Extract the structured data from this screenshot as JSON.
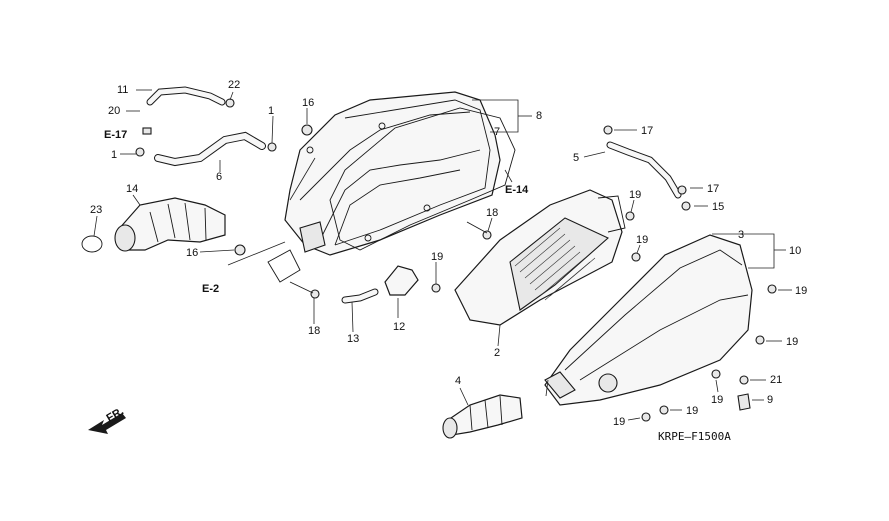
{
  "diagram_code": "KRPE—F1500A",
  "direction_label": "FR.",
  "refs": {
    "e17": "E-17",
    "e14": "E-14",
    "e2": "E-2"
  },
  "callouts": {
    "c1a": "1",
    "c1b": "1",
    "c2": "2",
    "c3": "3",
    "c4": "4",
    "c5": "5",
    "c6": "6",
    "c7": "7",
    "c8": "8",
    "c9": "9",
    "c10": "10",
    "c11": "11",
    "c12": "12",
    "c13": "13",
    "c14": "14",
    "c15": "15",
    "c16a": "16",
    "c16b": "16",
    "c17a": "17",
    "c17b": "17",
    "c18a": "18",
    "c18b": "18",
    "c19a": "19",
    "c19b": "19",
    "c19c": "19",
    "c19d": "19",
    "c19e": "19",
    "c19f": "19",
    "c19g": "19",
    "c19h": "19",
    "c20": "20",
    "c21": "21",
    "c22": "22",
    "c23": "23"
  }
}
